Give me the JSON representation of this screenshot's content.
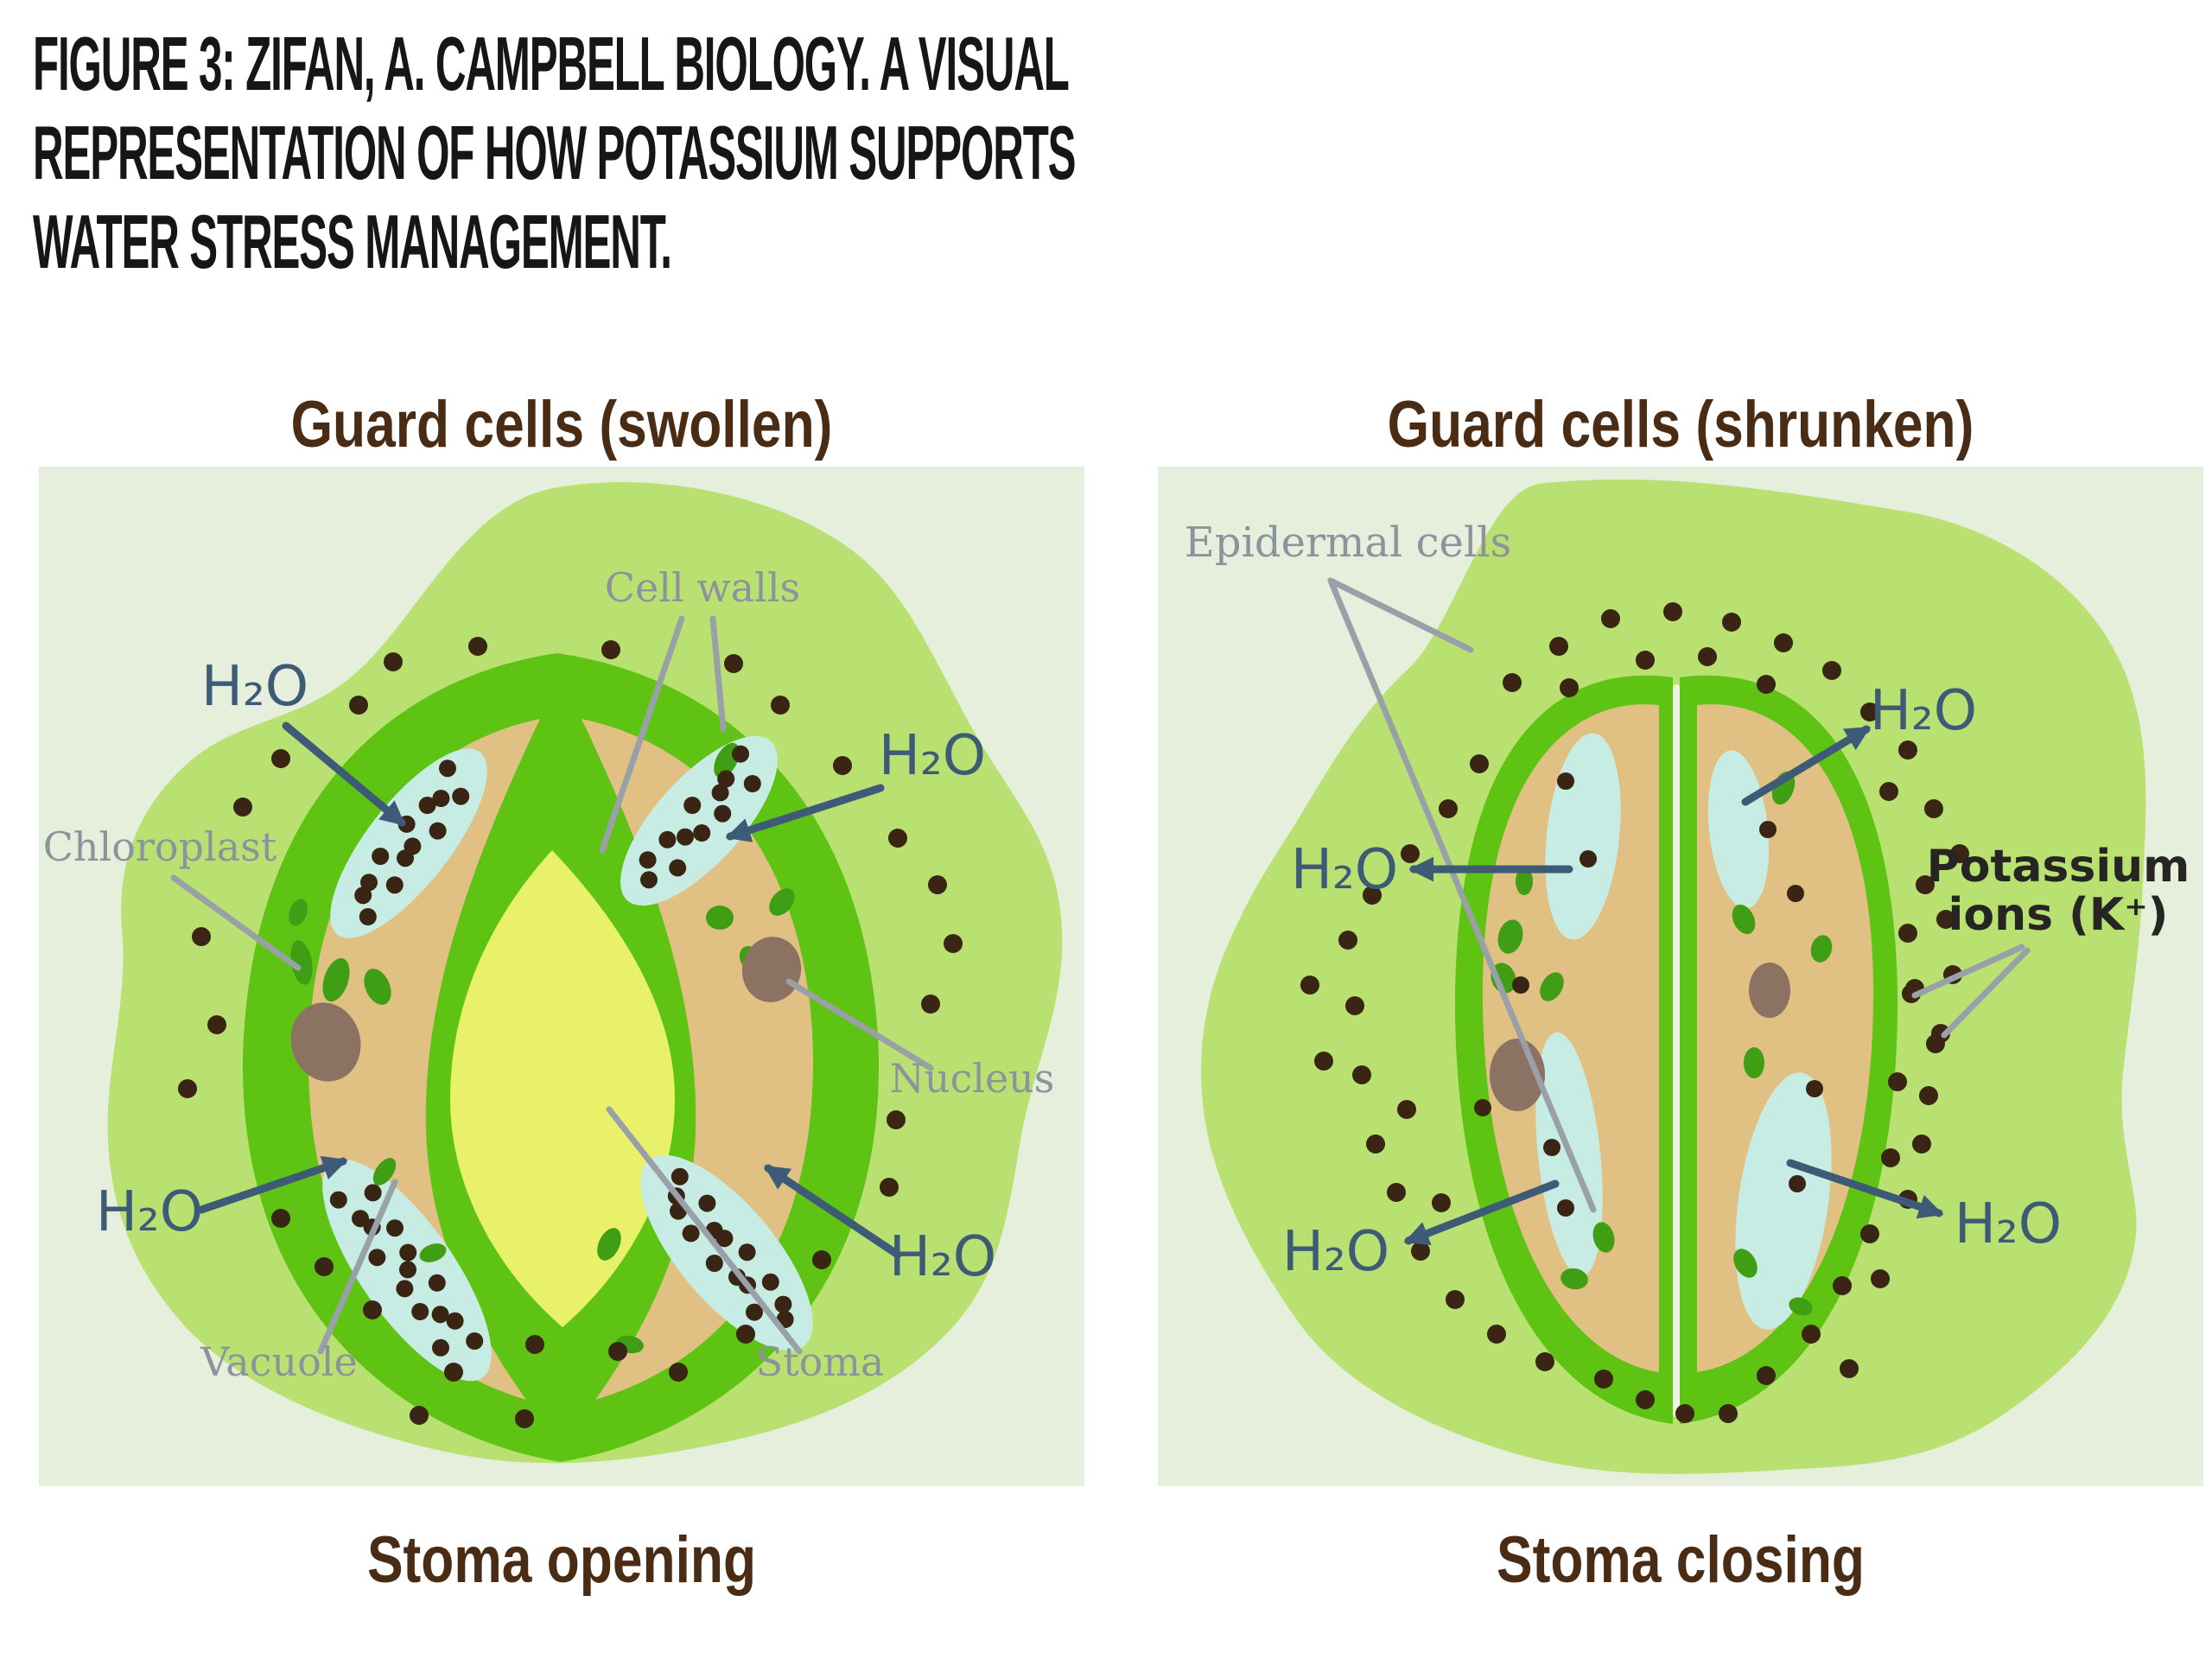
{
  "title_lines": [
    "FIGURE 3: ZIFAN, A. CAMPBELL BIOLOGY. A VISUAL",
    "REPRESENTATION OF HOW POTASSIUM SUPPORTS",
    "WATER STRESS MANAGEMENT."
  ],
  "colors": {
    "page_background": "#ffffff",
    "panel_background": "#e5efdc",
    "epidermal_blob_green": "#b9e171",
    "guard_cell_wall_green": "#5ec312",
    "guard_cell_cytoplasm_tan": "#e0c183",
    "vacuole_cyan": "#c7ece4",
    "stoma_yellow": "#e9f06a",
    "chloroplast_green": "#3f9e14",
    "nucleus_brown": "#8b7263",
    "potassium_dot_brown": "#3a2413",
    "water_label_blue": "#3d5b76",
    "gray_label": "#8d939c",
    "heading_brown": "#4a2c15",
    "title_black": "#161616"
  },
  "panels": [
    {
      "heading": "Guard cells (swollen)",
      "caption": "Stoma opening",
      "labels": {
        "h2o": "H₂O",
        "cell_walls": "Cell walls",
        "chloroplast": "Chloroplast",
        "nucleus": "Nucleus",
        "vacuole": "Vacuole",
        "stoma": "Stoma"
      }
    },
    {
      "heading": "Guard cells (shrunken)",
      "caption": "Stoma closing",
      "labels": {
        "h2o": "H₂O",
        "epidermal_cells": "Epidermal cells",
        "potassium_line1": "Potassium",
        "potassium_line2": "ions (K⁺)"
      }
    }
  ]
}
